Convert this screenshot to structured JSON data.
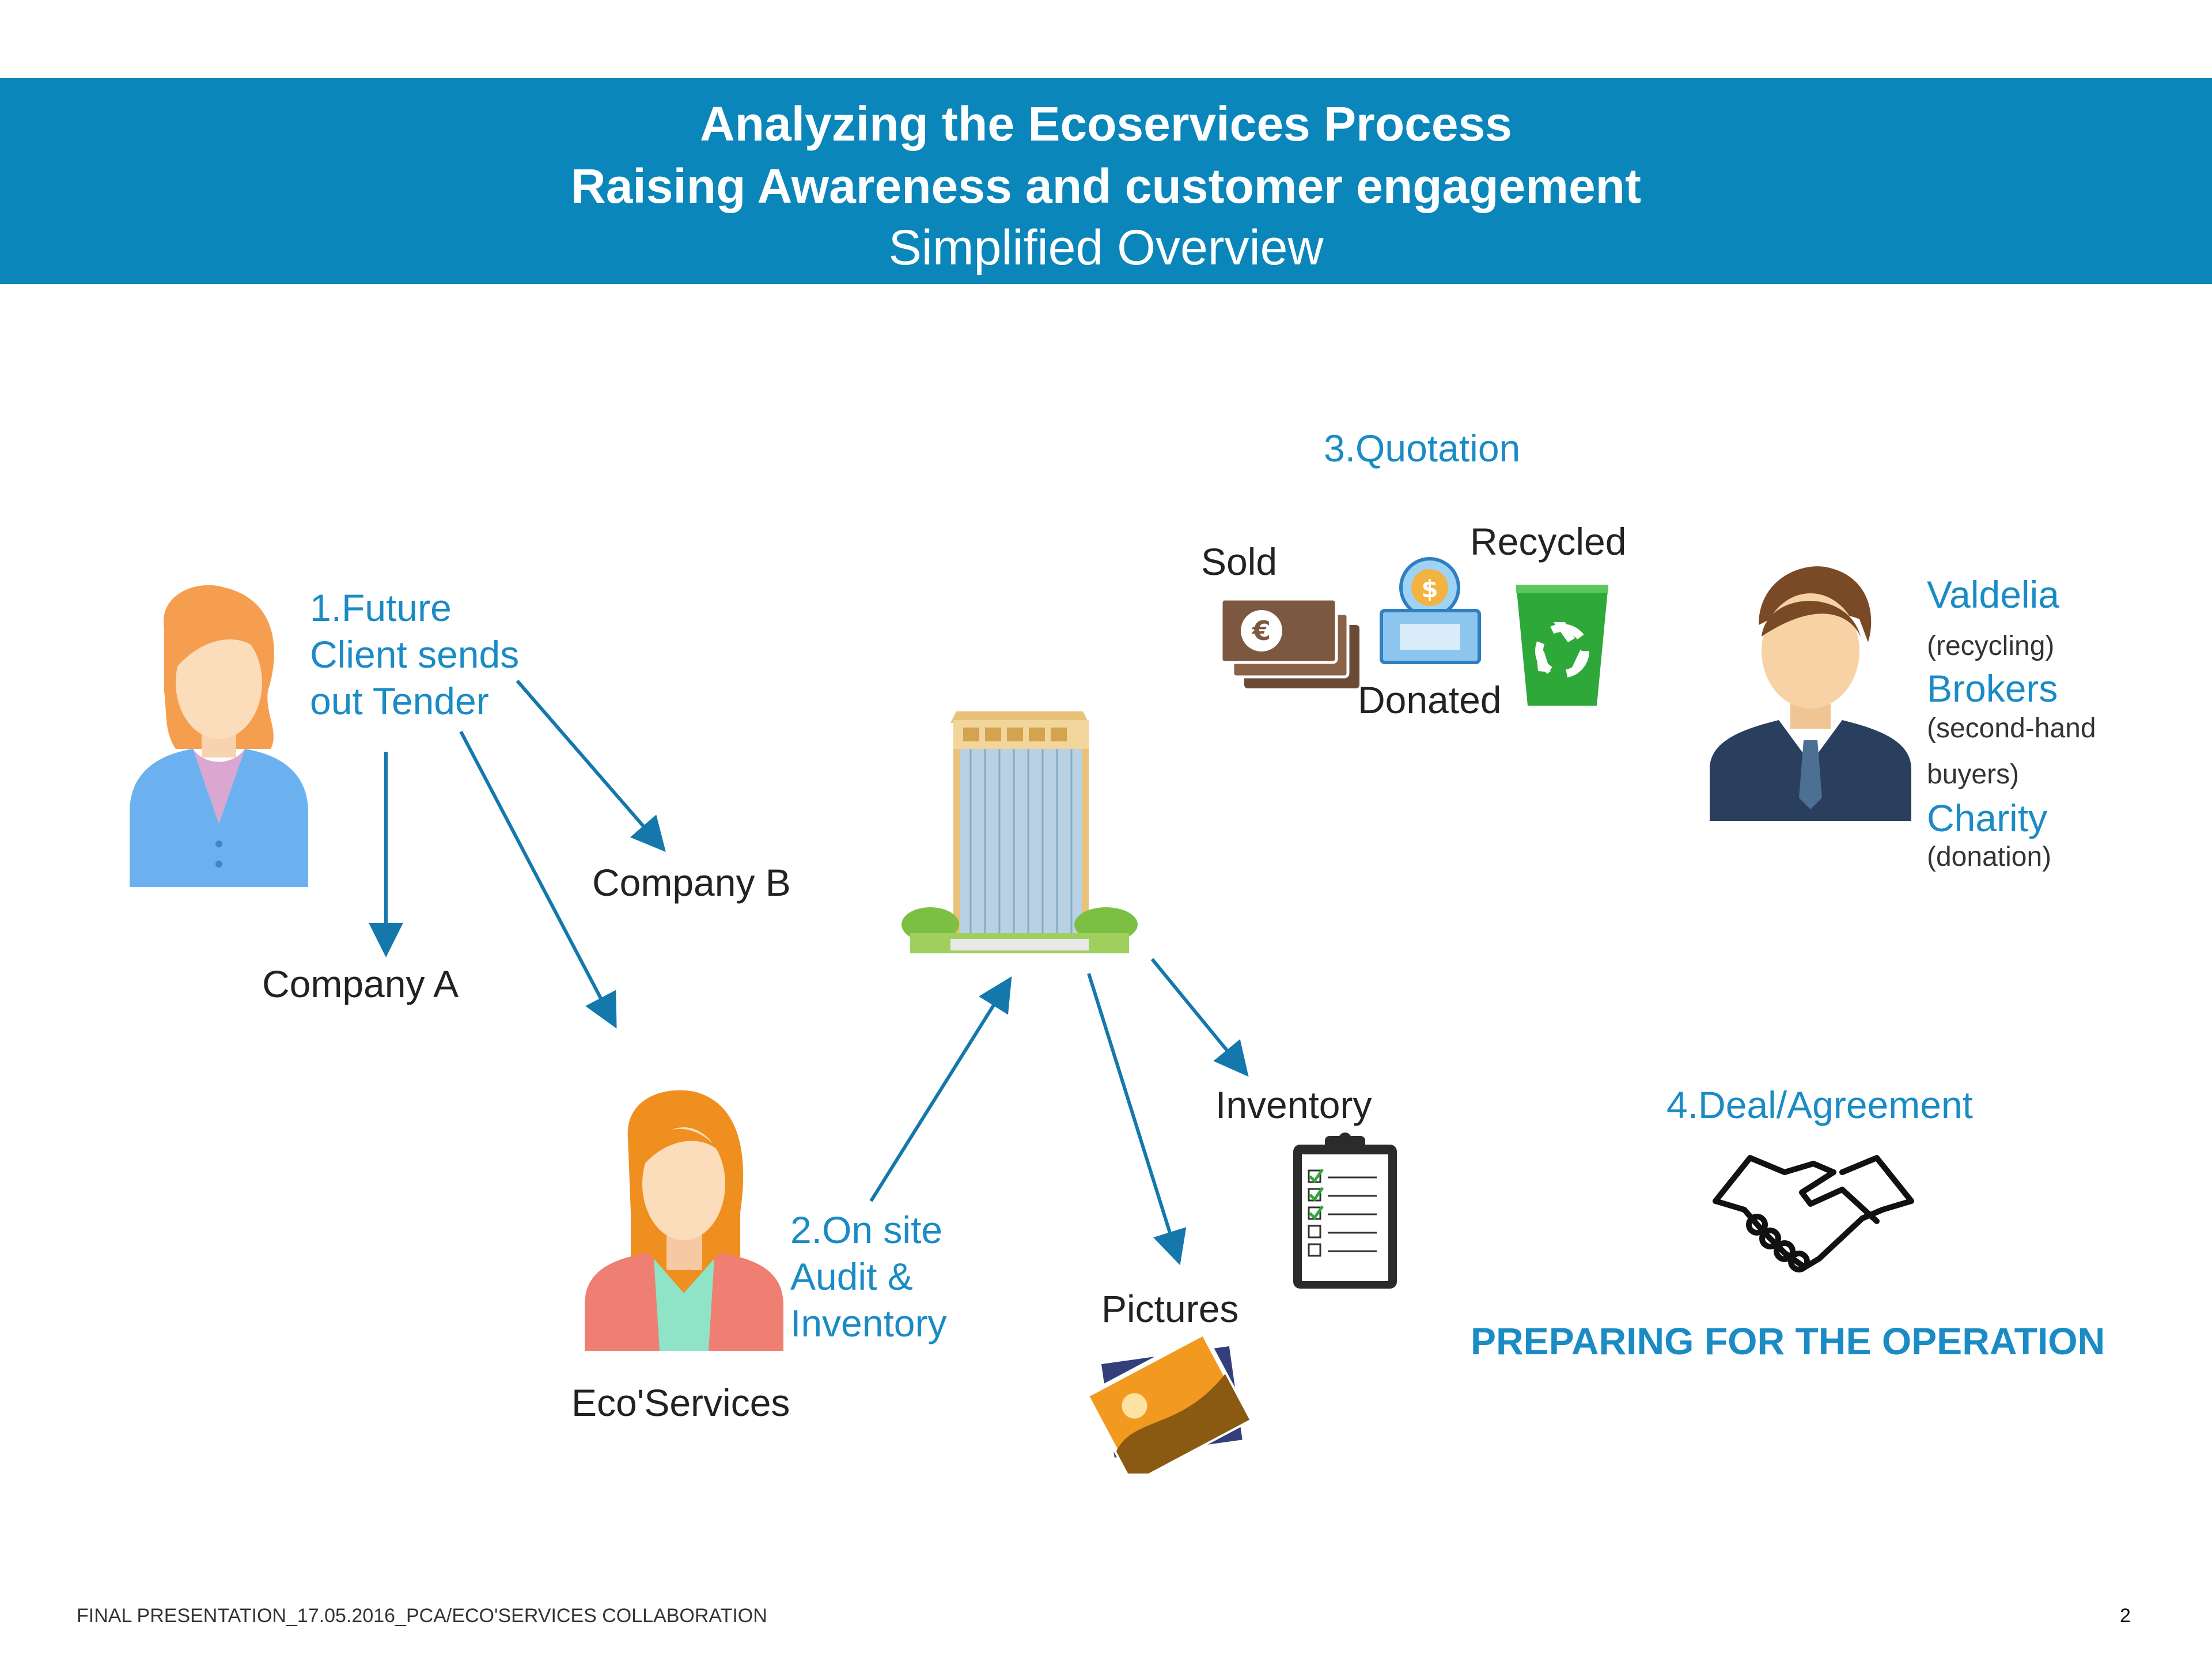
{
  "header": {
    "title_line1": "Analyzing the Ecoservices Process",
    "title_line2": "Raising Awareness and customer engagement",
    "subtitle": "Simplified Overview"
  },
  "step1": {
    "line1": "1.Future",
    "line2": "Client sends",
    "line3": "out Tender"
  },
  "company_a": "Company A",
  "company_b": "Company B",
  "ecoservices_label": "Eco'Services",
  "step2": {
    "line1": "2.On site",
    "line2": "Audit &",
    "line3": "Inventory"
  },
  "step3": {
    "label": "3.Quotation",
    "sold": "Sold",
    "recycled": "Recycled",
    "donated": "Donated"
  },
  "partners": {
    "valdelia": "Valdelia",
    "valdelia_note": "(recycling)",
    "brokers": "Brokers",
    "brokers_note1": "(second-hand",
    "brokers_note2": "buyers)",
    "charity": "Charity",
    "charity_note": "(donation)"
  },
  "inventory_label": "Inventory",
  "pictures_label": "Pictures",
  "step4": "4.Deal/Agreement",
  "preparing": "PREPARING FOR THE OPERATION",
  "footer": {
    "left": "FINAL PRESENTATION_17.05.2016_PCA/ECO'SERVICES COLLABORATION",
    "page": "2"
  },
  "colors": {
    "header_bg": "#0a86ba",
    "accent_text": "#1a8bc4",
    "arrow": "#1478ad"
  },
  "icons": [
    "woman-client-icon",
    "woman-ecoservices-icon",
    "office-building-icon",
    "euro-banknotes-icon",
    "donation-box-icon",
    "recycle-bin-icon",
    "businessman-icon",
    "clipboard-checklist-icon",
    "photos-icon",
    "handshake-icon"
  ]
}
